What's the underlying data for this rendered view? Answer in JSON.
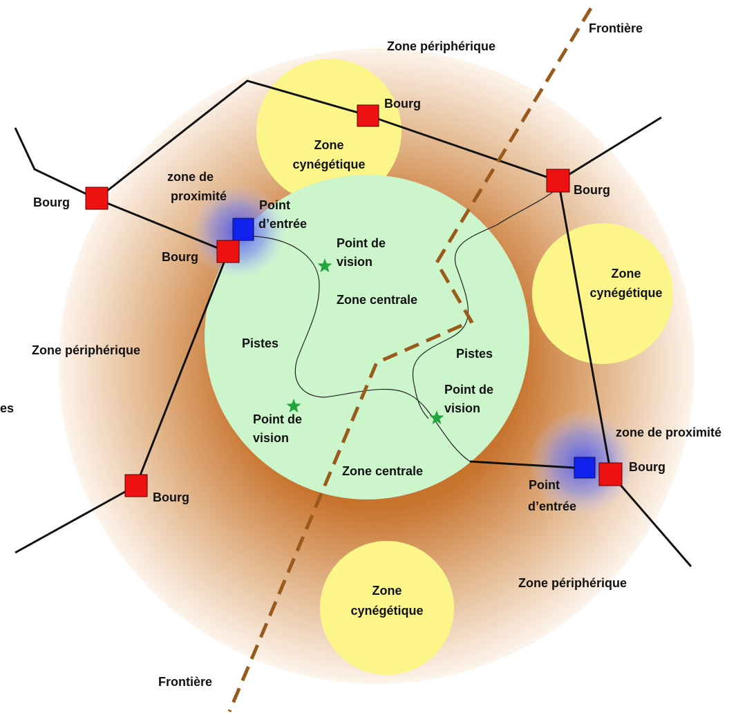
{
  "labels": {
    "frontiere_top": "Frontière",
    "frontiere_bottom": "Frontière",
    "zone_peripherique_top": "Zone périphérique",
    "zone_peripherique_left": "Zone périphérique",
    "zone_peripherique_bottom": "Zone périphérique",
    "zone_cynegetique_top": [
      "Zone",
      "cynégétique"
    ],
    "zone_cynegetique_right": [
      "Zone",
      "cynégétique"
    ],
    "zone_cynegetique_bottom": [
      "Zone",
      "cynégétique"
    ],
    "zone_proximite_left": [
      "zone de",
      "proximité"
    ],
    "zone_proximite_right": "zone de proximité",
    "point_entree_left": [
      "Point",
      "d’entrée"
    ],
    "point_entree_right": [
      "Point",
      "d’entrée"
    ],
    "point_vision_top": [
      "Point de",
      "vision"
    ],
    "point_vision_left": [
      "Point de",
      "vision"
    ],
    "point_vision_right": [
      "Point de",
      "vision"
    ],
    "zone_centrale_upper": "Zone centrale",
    "zone_centrale_lower": "Zone centrale",
    "pistes_left": "Pistes",
    "pistes_right": "Pistes",
    "bourg_top": "Bourg",
    "bourg_left": "Bourg",
    "bourg_left_entry": "Bourg",
    "bourg_right_top": "Bourg",
    "bourg_bottom_left": "Bourg",
    "bourg_bottom_right": "Bourg",
    "cropped_edge_text": "es"
  },
  "colors": {
    "bourg": "#ee1111",
    "point_entree": "#1122ee",
    "zone_centrale": "#ccf5cc",
    "zone_cynegetique": "#fbf58a",
    "zone_peripherique": "#c8742f",
    "frontiere": "#9a5a1c",
    "point_vision": "#22a53a",
    "roads": "#111111"
  }
}
